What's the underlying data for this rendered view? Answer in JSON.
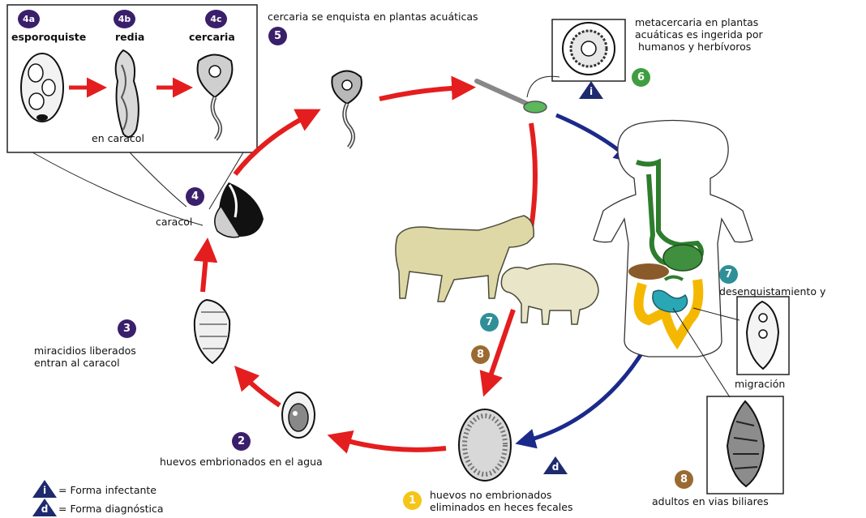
{
  "colors": {
    "cycle_arrow": "#e41e1e",
    "human_arrow": "#1b2a8a",
    "badge_purple": "#3a1f6b",
    "badge_green": "#3f9e3f",
    "badge_teal": "#2f8f98",
    "badge_brown": "#9a6a32",
    "badge_yellow": "#f5c518",
    "triangle_navy": "#1e2a6e"
  },
  "stages": {
    "s4a": {
      "badge": "4a",
      "label": "esporoquiste"
    },
    "s4b": {
      "badge": "4b",
      "label": "redia"
    },
    "s4c": {
      "badge": "4c",
      "label": "cercaria"
    },
    "in_snail": "en caracol",
    "s5": {
      "badge": "5",
      "label": "cercaria se enquista en plantas acuáticas"
    },
    "s6": {
      "badge": "6",
      "label": "metacercaria en plantas\nacuáticas es ingerida por\n humanos y herbívoros",
      "marker": "i"
    },
    "s4": {
      "badge": "4",
      "label": "caracol"
    },
    "s3": {
      "badge": "3",
      "label": "miracidios liberados\nentran al caracol"
    },
    "s2": {
      "badge": "2",
      "label": "huevos embrionados en el agua"
    },
    "s1": {
      "badge": "1",
      "label": "huevos no embrionados\neliminados en heces fecales",
      "marker": "d"
    },
    "s7_human": {
      "badge": "7",
      "label": "desenquistamiento  y",
      "label2": "migración"
    },
    "s7_animal": {
      "badge": "7"
    },
    "s8_animal": {
      "badge": "8"
    },
    "s8_human": {
      "badge": "8",
      "label": "adultos en vias biliares"
    }
  },
  "legend": {
    "infective": {
      "marker": "i",
      "text": "= Forma infectante"
    },
    "diagnostic": {
      "marker": "d",
      "text": "= Forma diagnóstica"
    }
  }
}
